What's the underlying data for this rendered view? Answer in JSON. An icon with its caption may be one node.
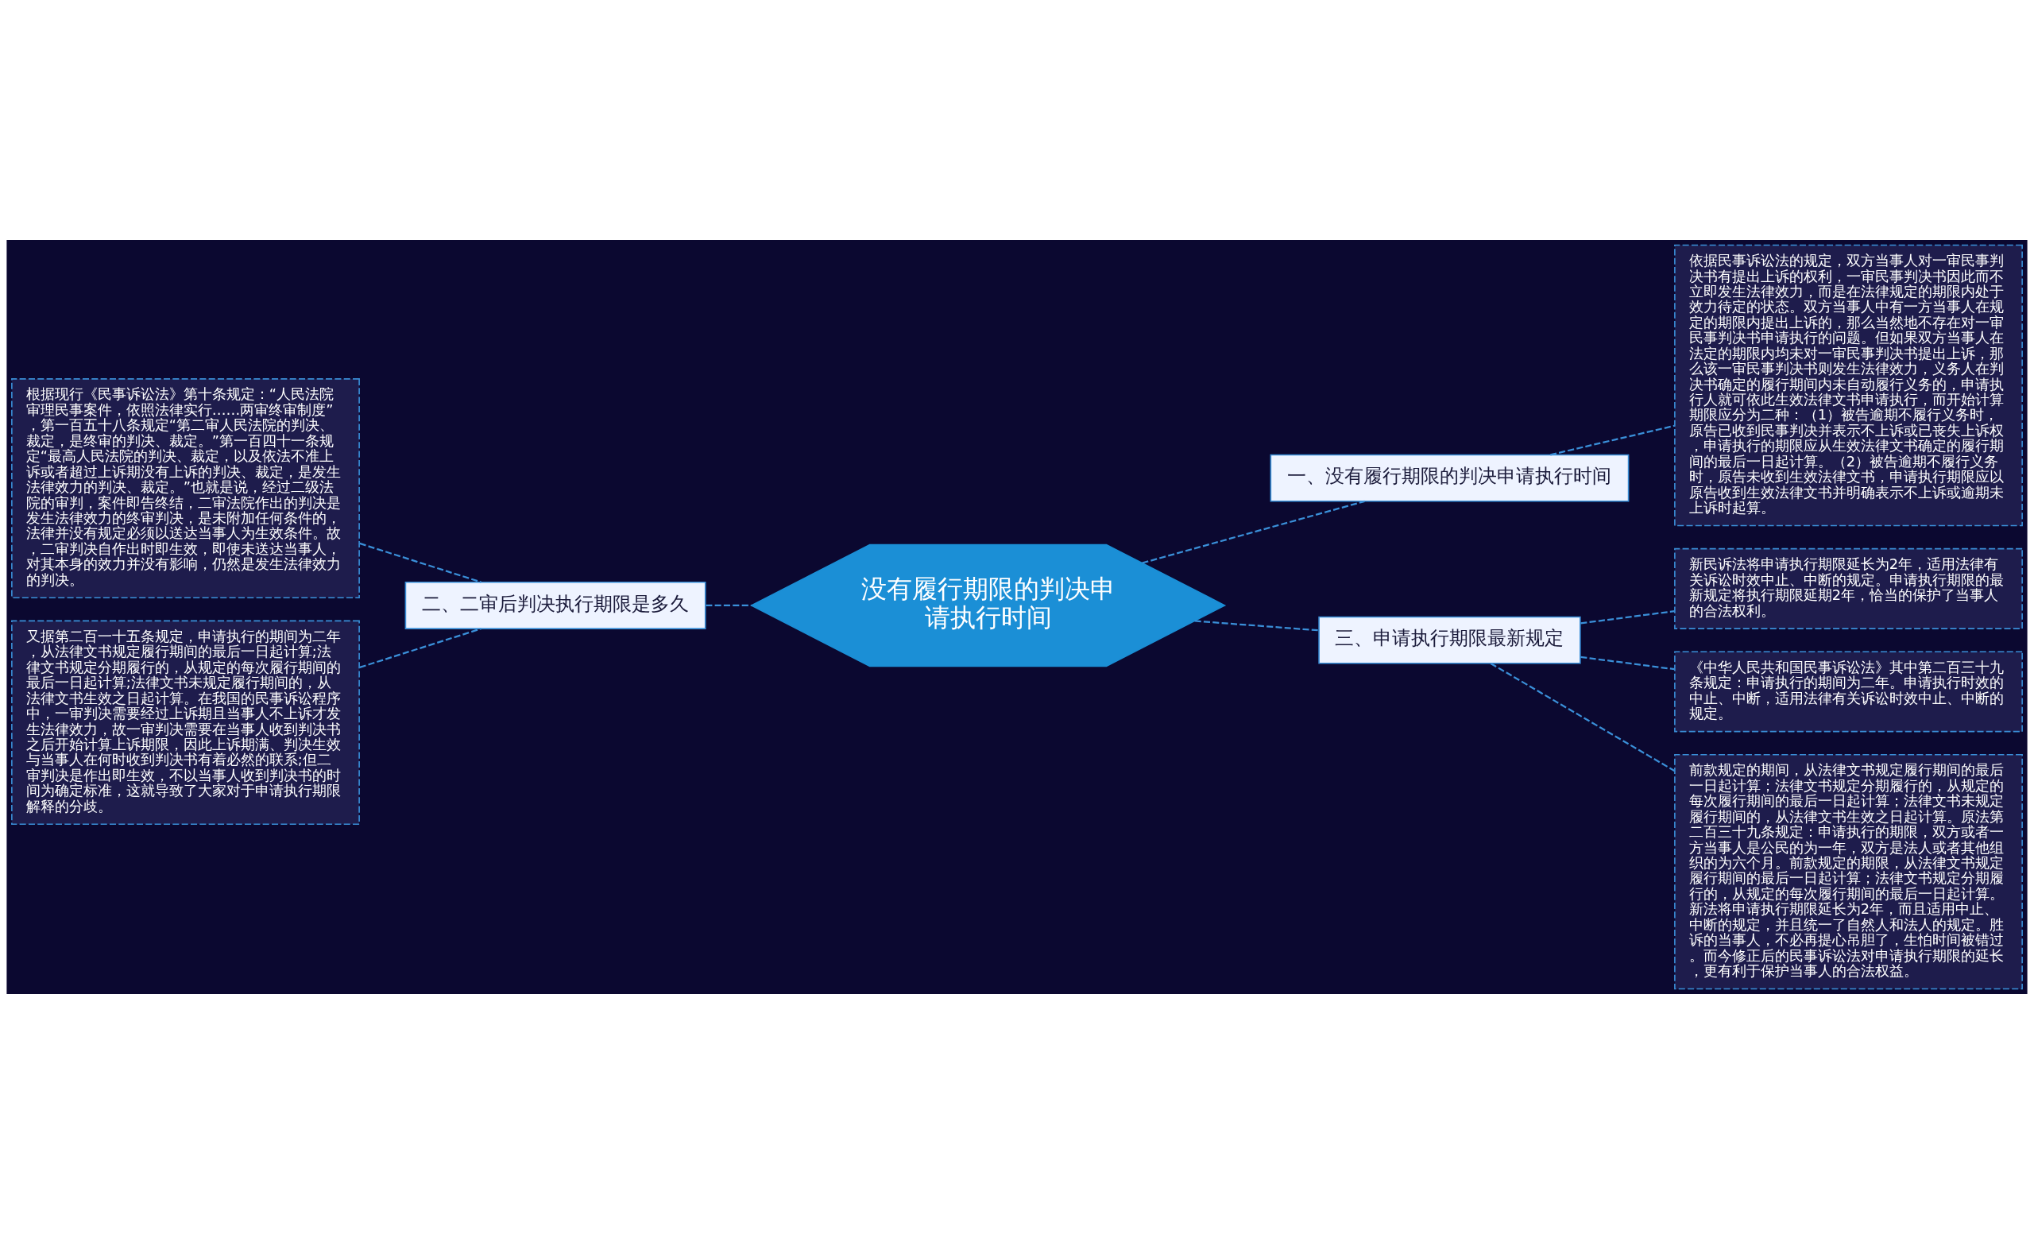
{
  "diagram": {
    "nodes": [
      {
        "text": [
          "没有履行期限的判决申请执行时间"
        ]
      },
      {
        "text": [
          "一、没有履行期限的判决申请执行时间"
        ]
      },
      {
        "text": [
          "依据民事诉讼法的规定，双方当事人对一审民事判决书有提出上诉的权利，一审民事判决书因此而不立即发生法律效力，而是在法律规定的期限内处于效力待定的状态。双方当事人中有一方当事人在规定的期限内提出上诉的，那么当然地不存在对一审民事判决书申请执行的问题。但如果双方当事人在法定的期限内均未对一审民事判决书提出上诉，那么该一审民事判决书则发生法律效力，义务人在判决书确定的履行期间内未自动履行义务的，申请执行人就可依此生效法律文书申请执行，而开始计算期限应分为二种：（1）被告逾期不履行义务时，原告已收到民事判决并表示不上诉或已丧失上诉权，申请执行的期限应从生效法律文书确定的履行期间的最后一日起计算。（2）被告逾期不履行义务时，原告未收到生效法律文书，申请执行期限应以原告收到生效法律文书并明确表示不上诉或逾期未上诉时起算。"
        ]
      },
      {
        "text": [
          "二、二审后判决执行期限是多久"
        ]
      },
      {
        "text": [
          "根据现行《民事诉讼法》第十条规定：“人民法院审理民事案件，依照法律实行……两审终审制度”，第一百五十八条规定“第二审人民法院的判决、裁定，是终审的判决、裁定。”第一百四十一条规定“最高人民法院的判决、裁定，以及依法不准上诉或者超过上诉期没有上诉的判决、裁定，是发生法律效力的判决、裁定。”也就是说，经过二级法院的审判，案件即告终结，二审法院作出的判决是发生法律效力的终审判决，是未附加任何条件的，法律并没有规定必须以送达当事人为生效条件。故，二审判决自作出时即生效，即使未送达当事人，对其本身的效力并没有影响，仍然是发生法律效力的判决。"
        ]
      },
      {
        "text": [
          "又据第二百一十五条规定，申请执行的期间为二年，从法律文书规定履行期间的最后一日起计算;法律文书规定分期履行的，从规定的每次履行期间的最后一日起计算;法律文书未规定履行期间的，从法律文书生效之日起计算。在我国的民事诉讼程序中，一审判决需要经过上诉期且当事人不上诉才发生法律效力，故一审判决需要在当事人收到判决书之后开始计算上诉期限，因此上诉期满、判决生效与当事人在何时收到判决书有着必然的联系;但二审判决是作出即生效，不以当事人收到判决书的时间为确定标准，这就导致了大家对于申请执行期限解释的分歧。"
        ]
      },
      {
        "text": [
          "三、申请执行期限最新规定"
        ]
      },
      {
        "text": [
          "新民诉法将申请执行期限延长为2年，适用法律有关诉讼时效中止、中断的规定。申请执行期限的最新规定将执行期限延期2年，恰当的保护了当事人的合法权利。"
        ]
      },
      {
        "text": [
          "《中华人民共和国民事诉讼法》其中第二百三十九条规定：申请执行的期间为二年。申请执行时效的中止、中断，适用法律有关诉讼时效中止、中断的规定。"
        ]
      },
      {
        "text": [
          "前款规定的期间，从法律文书规定履行期间的最后一日起计算；法律文书规定分期履行的，从规定的每次履行期间的最后一日起计算；法律文书未规定履行期间的，从法律文书生效之日起计算。原法第二百三十九条规定：申请执行的期限，双方或者一方当事人是公民的为一年，双方是法人或者其他组织的为六个月。前款规定的期限，从法律文书规定履行期间的最后一日起计算；法律文书规定分期履行的，从规定的每次履行期间的最后一日起计算。新法将申请执行期限延长为2年，而且适用中止、中断的规定，并且统一了自然人和法人的规定。胜诉的当事人，不必再提心吊胆了，生怕时间被错过。而今修正后的民事诉讼法对申请执行期限的延长，更有利于保护当事人的合法权益。"
        ]
      }
    ],
    "edges": [
      {
        "from": 0,
        "to": 1,
        "arrow": "none",
        "style": "dashed"
      },
      {
        "from": 1,
        "to": 2,
        "arrow": "none",
        "style": "dashed"
      },
      {
        "from": 0,
        "to": 3,
        "arrow": "none",
        "style": "dashed"
      },
      {
        "from": 3,
        "to": 4,
        "arrow": "none",
        "style": "dashed"
      },
      {
        "from": 3,
        "to": 5,
        "arrow": "none",
        "style": "dashed"
      },
      {
        "from": 0,
        "to": 6,
        "arrow": "none",
        "style": "dashed"
      },
      {
        "from": 6,
        "to": 7,
        "arrow": "none",
        "style": "dashed"
      },
      {
        "from": 6,
        "to": 8,
        "arrow": "none",
        "style": "dashed"
      },
      {
        "from": 6,
        "to": 9,
        "arrow": "none",
        "style": "dashed"
      }
    ]
  }
}
